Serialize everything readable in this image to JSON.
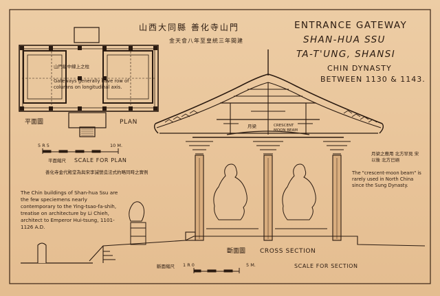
{
  "title": {
    "cn_name": "山西大同縣 善化寺山門",
    "cn_date": "金天會八年至皇統三年間建",
    "line1": "ENTRANCE GATEWAY",
    "line2": "SHAN-HUA SSU",
    "line3": "TA-T'UNG, SHANSI",
    "dynasty": "CHIN DYNASTY",
    "dates": "BETWEEN 1130 & 1143."
  },
  "plan": {
    "cn_label": "平面圖",
    "en_label": "PLAN",
    "note_cn": "山門縱中線上之柱",
    "note_en": "Gateways generally have row of columns on longitudinal axis.",
    "scale_start": "5 R 5",
    "scale_end": "10 M.",
    "scale_cn": "平面縮尺",
    "scale_en": "SCALE FOR PLAN"
  },
  "notes": {
    "cn_history": "善化寺金代殿堂為與宋李誡營造法式約略同時之實例",
    "en_history": "The Chin buildings of Shan-hua Ssu are the few speciemens nearly contemporary to the Ying-tsao-fa-shih, treatise on architecture by Li Chieh, architect to Emperor Hui-tsung, 1101-1126 A.D.",
    "cn_beam": "月梁之應用 北方罕見 宋以後 北方已絕",
    "en_beam": "The \"crescent-moon beam\" is rarely used in North China since the Sung Dynasty."
  },
  "section": {
    "beam_cn": "月梁",
    "beam_en": "CRESCENT MOON BEAM",
    "cn_label": "斷面圖",
    "en_label": "CROSS SECTION",
    "scale_cn": "斷面縮尺",
    "scale_start": "1 R 0",
    "scale_end": "5 M.",
    "scale_en": "SCALE FOR SECTION"
  },
  "colors": {
    "paper": "#e9c79d",
    "ink": "#2a1a10",
    "column_shade": "#d9ad7e"
  }
}
